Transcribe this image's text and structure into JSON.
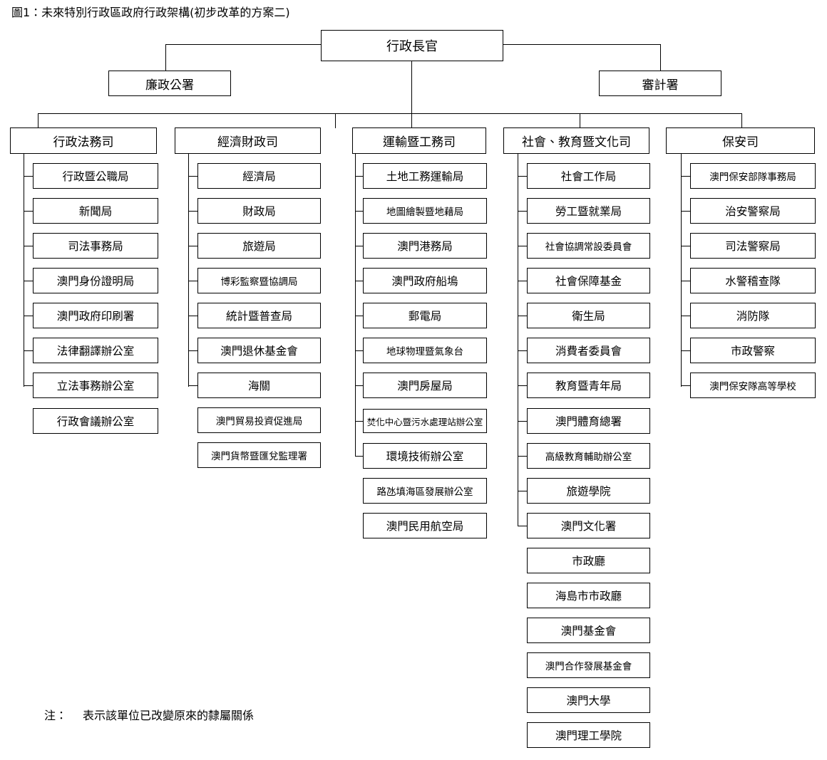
{
  "figure": {
    "title": "圖1：未來特別行政區政府行政架構(初步改革的方案二)",
    "footnote_label": "注：",
    "footnote_text": "表示該單位已改變原來的隸屬關係"
  },
  "chart_data": {
    "type": "diagram",
    "diagram_kind": "organizational-chart",
    "title": "圖1：未來特別行政區政府行政架構(初步改革的方案二)",
    "root": "行政長官",
    "aux_units": [
      "廉政公署",
      "審計署"
    ],
    "columns": [
      {
        "department": "行政法務司",
        "connected_units": [
          "行政暨公職局",
          "新聞局",
          "司法事務局",
          "澳門身份證明局",
          "澳門政府印刷署",
          "法律翻譯辦公室",
          "立法事務辦公室"
        ],
        "detached_units": [
          "行政會議辦公室"
        ]
      },
      {
        "department": "經濟財政司",
        "connected_units": [
          "經濟局",
          "財政局",
          "旅遊局",
          "博彩監察暨協調局",
          "統計暨普查局",
          "澳門退休基金會",
          "海關"
        ],
        "detached_units": [
          "澳門貿易投資促進局",
          "澳門貨幣暨匯兌監理署"
        ]
      },
      {
        "department": "運輸暨工務司",
        "connected_units": [
          "土地工務運輸局",
          "地圖繪製暨地藉局",
          "澳門港務局",
          "澳門政府船塢",
          "郵電局",
          "地球物理暨氣象台",
          "澳門房屋局",
          "焚化中心暨污水處理站辦公室",
          "環境技術辦公室"
        ],
        "detached_units": [
          "路氹填海區發展辦公室",
          "澳門民用航空局"
        ]
      },
      {
        "department": "社會、教育暨文化司",
        "connected_units": [
          "社會工作局",
          "勞工暨就業局",
          "社會協調常設委員會",
          "社會保障基金",
          "衛生局",
          "消費者委員會",
          "教育暨青年局",
          "澳門體育總署",
          "高級教育輔助辦公室",
          "旅遊學院",
          "澳門文化署"
        ],
        "detached_units": [
          "市政廳",
          "海島市市政廳",
          "澳門基金會",
          "澳門合作發展基金會",
          "澳門大學",
          "澳門理工學院"
        ]
      },
      {
        "department": "保安司",
        "connected_units": [
          "澳門保安部隊事務局",
          "治安警察局",
          "司法警察局",
          "水警稽查隊",
          "消防隊",
          "市政警察",
          "澳門保安隊高等學校"
        ],
        "detached_units": []
      }
    ],
    "colors": {
      "line": "#000000",
      "box_fill": "#ffffff",
      "text": "#000000"
    }
  }
}
